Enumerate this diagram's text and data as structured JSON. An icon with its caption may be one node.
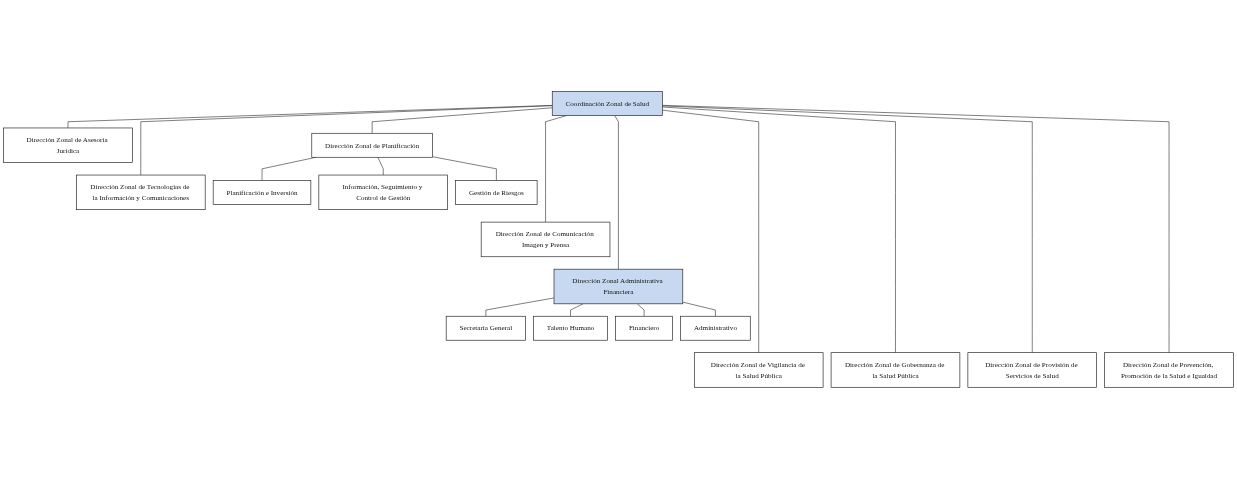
{
  "diagram": {
    "nodes": [
      {
        "text": [
          "Coordinación Zonal de Salud"
        ]
      },
      {
        "text": [
          "Dirección Zonal de Asesoría Jurídica"
        ]
      },
      {
        "text": [
          "Dirección Zonal de Planificación"
        ]
      },
      {
        "text": [
          "Dirección Zonal de Tecnologías de la Información y Comunicaciones"
        ]
      },
      {
        "text": [
          "Dirección Zonal de Comunicación Imagen y Prensa"
        ]
      },
      {
        "text": [
          "Planificación e Inversión"
        ]
      },
      {
        "text": [
          "Información, Seguimiento y Control de Gestión"
        ]
      },
      {
        "text": [
          "Gestión de Riesgos"
        ]
      },
      {
        "text": [
          "Dirección Zonal Administrativa Financiera"
        ]
      },
      {
        "text": [
          "Secretaría General"
        ]
      },
      {
        "text": [
          "Talento Humano"
        ]
      },
      {
        "text": [
          "Financiero"
        ]
      },
      {
        "text": [
          "Administrativo"
        ]
      },
      {
        "text": [
          "Dirección Zonal de Vigilancia de la Salud Pública"
        ]
      },
      {
        "text": [
          "Dirección Zonal de Gobernanza de la Salud Pública"
        ]
      },
      {
        "text": [
          "Dirección Zonal de Provisión de Servicios de Salud"
        ]
      },
      {
        "text": [
          "Dirección Zonal de Prevención, Promoción de la Salud e Igualdad"
        ]
      }
    ],
    "edges": [
      {
        "from": 0,
        "to": 1,
        "arrow": "none"
      },
      {
        "from": 0,
        "to": 2,
        "arrow": "none"
      },
      {
        "from": 0,
        "to": 3,
        "arrow": "none"
      },
      {
        "from": 0,
        "to": 4,
        "arrow": "none"
      },
      {
        "from": 2,
        "to": 5,
        "arrow": "none"
      },
      {
        "from": 2,
        "to": 6,
        "arrow": "none"
      },
      {
        "from": 2,
        "to": 7,
        "arrow": "none"
      },
      {
        "from": 0,
        "to": 8,
        "arrow": "none"
      },
      {
        "from": 8,
        "to": 9,
        "arrow": "none"
      },
      {
        "from": 8,
        "to": 10,
        "arrow": "none"
      },
      {
        "from": 8,
        "to": 11,
        "arrow": "none"
      },
      {
        "from": 8,
        "to": 12,
        "arrow": "none"
      },
      {
        "from": 0,
        "to": 13,
        "arrow": "none"
      },
      {
        "from": 0,
        "to": 14,
        "arrow": "none"
      },
      {
        "from": 0,
        "to": 15,
        "arrow": "none"
      },
      {
        "from": 0,
        "to": 16,
        "arrow": "none"
      }
    ]
  }
}
